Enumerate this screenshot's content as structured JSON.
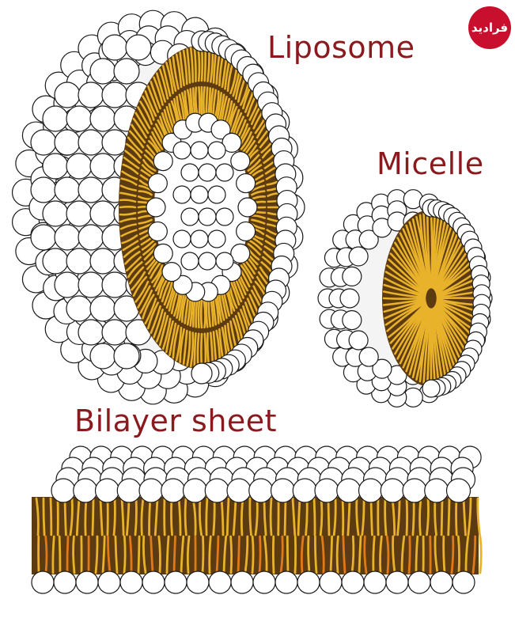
{
  "labels": {
    "liposome": "Liposome",
    "micelle": "Micelle",
    "bilayer": "Bilayer sheet"
  },
  "logo": {
    "text": "فرادید",
    "color": "#c8102e"
  },
  "colors": {
    "head_fill": "#ffffff",
    "head_stroke": "#1a1a1a",
    "tail_yellow": "#e8b22a",
    "tail_dark": "#5c3a12",
    "tail_orange": "#e07a16",
    "label": "#8b1a1f"
  }
}
